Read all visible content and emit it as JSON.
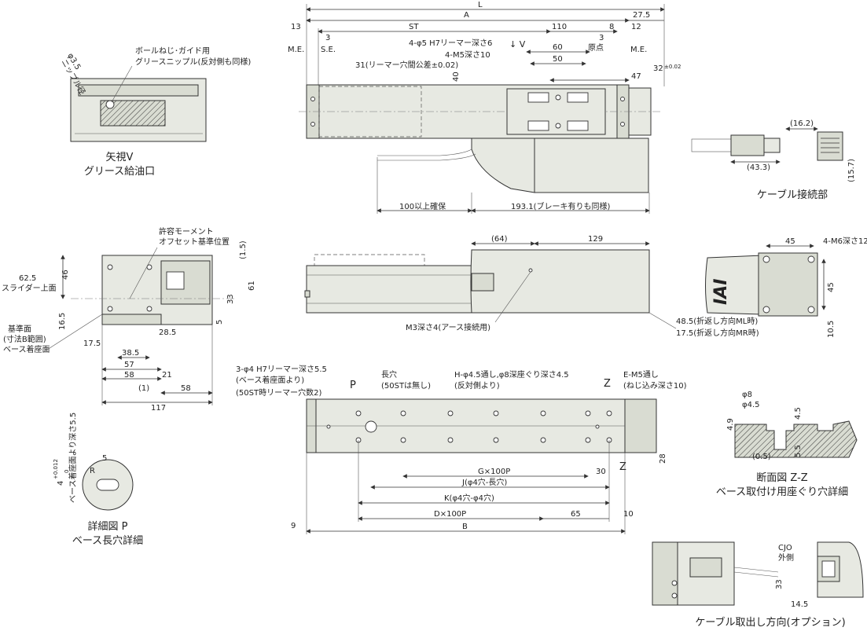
{
  "top_view": {
    "dims": {
      "L": "L",
      "A": "A",
      "ST": "ST",
      "d13": "13",
      "d3a": "3",
      "d110": "110",
      "d8": "8",
      "d27_5": "27.5",
      "d12": "12",
      "d3b": "3",
      "me_left": "M.E.",
      "se": "S.E.",
      "origin": "原点",
      "me_right": "M.E.",
      "holes_h7": "4-φ5 H7リーマー深さ6",
      "holes_m5": "4-M5深さ10",
      "d60": "60",
      "d50": "50",
      "ream_pitch": "31(リーマー穴間公差±0.02)",
      "d40": "40",
      "d47": "47",
      "d32": "32",
      "d32_tol": "±0.02",
      "view_v": "↓ V",
      "cable_100": "100以上確保",
      "d193": "193.1(ブレーキ有りも同様)"
    }
  },
  "view_v": {
    "phi": "φ3.5",
    "nipple": "ニップル径",
    "grease_note1": "ボールねじ･ガイド用",
    "grease_note2": "グリースニップル(反対側も同様)",
    "title1": "矢視V",
    "title2": "グリース給油口"
  },
  "cable_conn": {
    "d16_2": "(16.2)",
    "d43_3": "(43.3)",
    "d15_7": "(15.7)",
    "title": "ケーブル接続部"
  },
  "side_view": {
    "d64": "(64)",
    "d129": "129",
    "m3": "M3深さ4(アース接続用)",
    "ml": "48.5(折返し方向ML時)",
    "mr": "17.5(折返し方向MR時)"
  },
  "front_view": {
    "moment1": "許容モーメント",
    "moment2": "オフセット基準位置",
    "d1_5": "(1.5)",
    "d62_5": "62.5",
    "slider_top": "スライダー上面",
    "d46": "46",
    "d61": "61",
    "d33": "33",
    "d5": "5",
    "d16_5": "16.5",
    "ref_face": "基準面",
    "ref_b": "(寸法B範囲)",
    "base_face": "ベース着座面",
    "d17_5": "17.5",
    "d28_5": "28.5",
    "d38_5": "38.5",
    "d57": "57",
    "d58a": "58",
    "d21": "21",
    "d1": "(1)",
    "d58b": "58",
    "d117": "117"
  },
  "end_view": {
    "d45a": "45",
    "m6": "4-M6深さ12",
    "d45b": "45",
    "d10_5": "10.5",
    "logo": "IAI"
  },
  "bottom_view": {
    "holes_h7": "3-φ4 H7リーマー深さ5.5",
    "holes_h7b": "(ベース着座面より)",
    "holes_h7c": "(50ST時リーマー穴数2)",
    "p": "P",
    "slot1": "長穴",
    "slot2": "(50STは無し)",
    "h_holes1": "H-φ4.5通し,φ8深座ぐり深さ4.5",
    "h_holes2": "(反対側より)",
    "e_holes1": "E-M5通し",
    "e_holes2": "(ねじ込み深さ10)",
    "z": "Z",
    "d28": "28",
    "g100p": "G×100P",
    "d30": "30",
    "j": "J(φ4穴-長穴)",
    "k": "K(φ4穴-φ4穴)",
    "d100p": "D×100P",
    "d65": "65",
    "d10": "10",
    "d9": "9",
    "b": "B"
  },
  "detail_p": {
    "depth": "ベース着座面より深さ5.5",
    "d4": "4",
    "tol_up": "+0.012",
    "tol_lo": "0",
    "d5": "5",
    "r": "R",
    "title1": "詳細図 P",
    "title2": "ベース長穴詳細"
  },
  "section_z": {
    "phi8": "φ8",
    "phi4_5": "φ4.5",
    "d4_9": "4.9",
    "d4_5": "4.5",
    "d0_5": "(0.5)",
    "d5_5": "5.5",
    "title1": "断面図 Z-Z",
    "title2": "ベース取付け用座ぐり穴詳細"
  },
  "cable_option": {
    "cjo1": "CJO",
    "cjo2": "外側",
    "d33": "33",
    "d14_5": "14.5",
    "title": "ケーブル取出し方向(オプション)"
  }
}
